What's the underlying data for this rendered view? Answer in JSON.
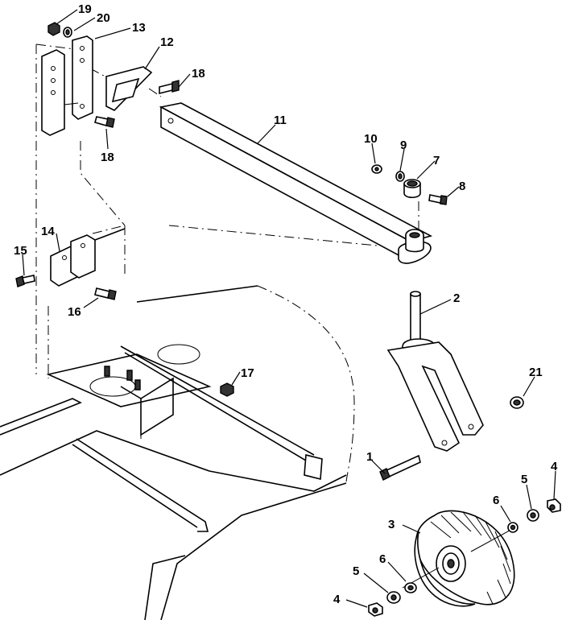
{
  "callouts": [
    "1",
    "2",
    "3",
    "4",
    "4",
    "5",
    "5",
    "6",
    "6",
    "7",
    "8",
    "9",
    "10",
    "11",
    "12",
    "13",
    "14",
    "15",
    "16",
    "17",
    "18",
    "18",
    "19",
    "20",
    "21"
  ]
}
